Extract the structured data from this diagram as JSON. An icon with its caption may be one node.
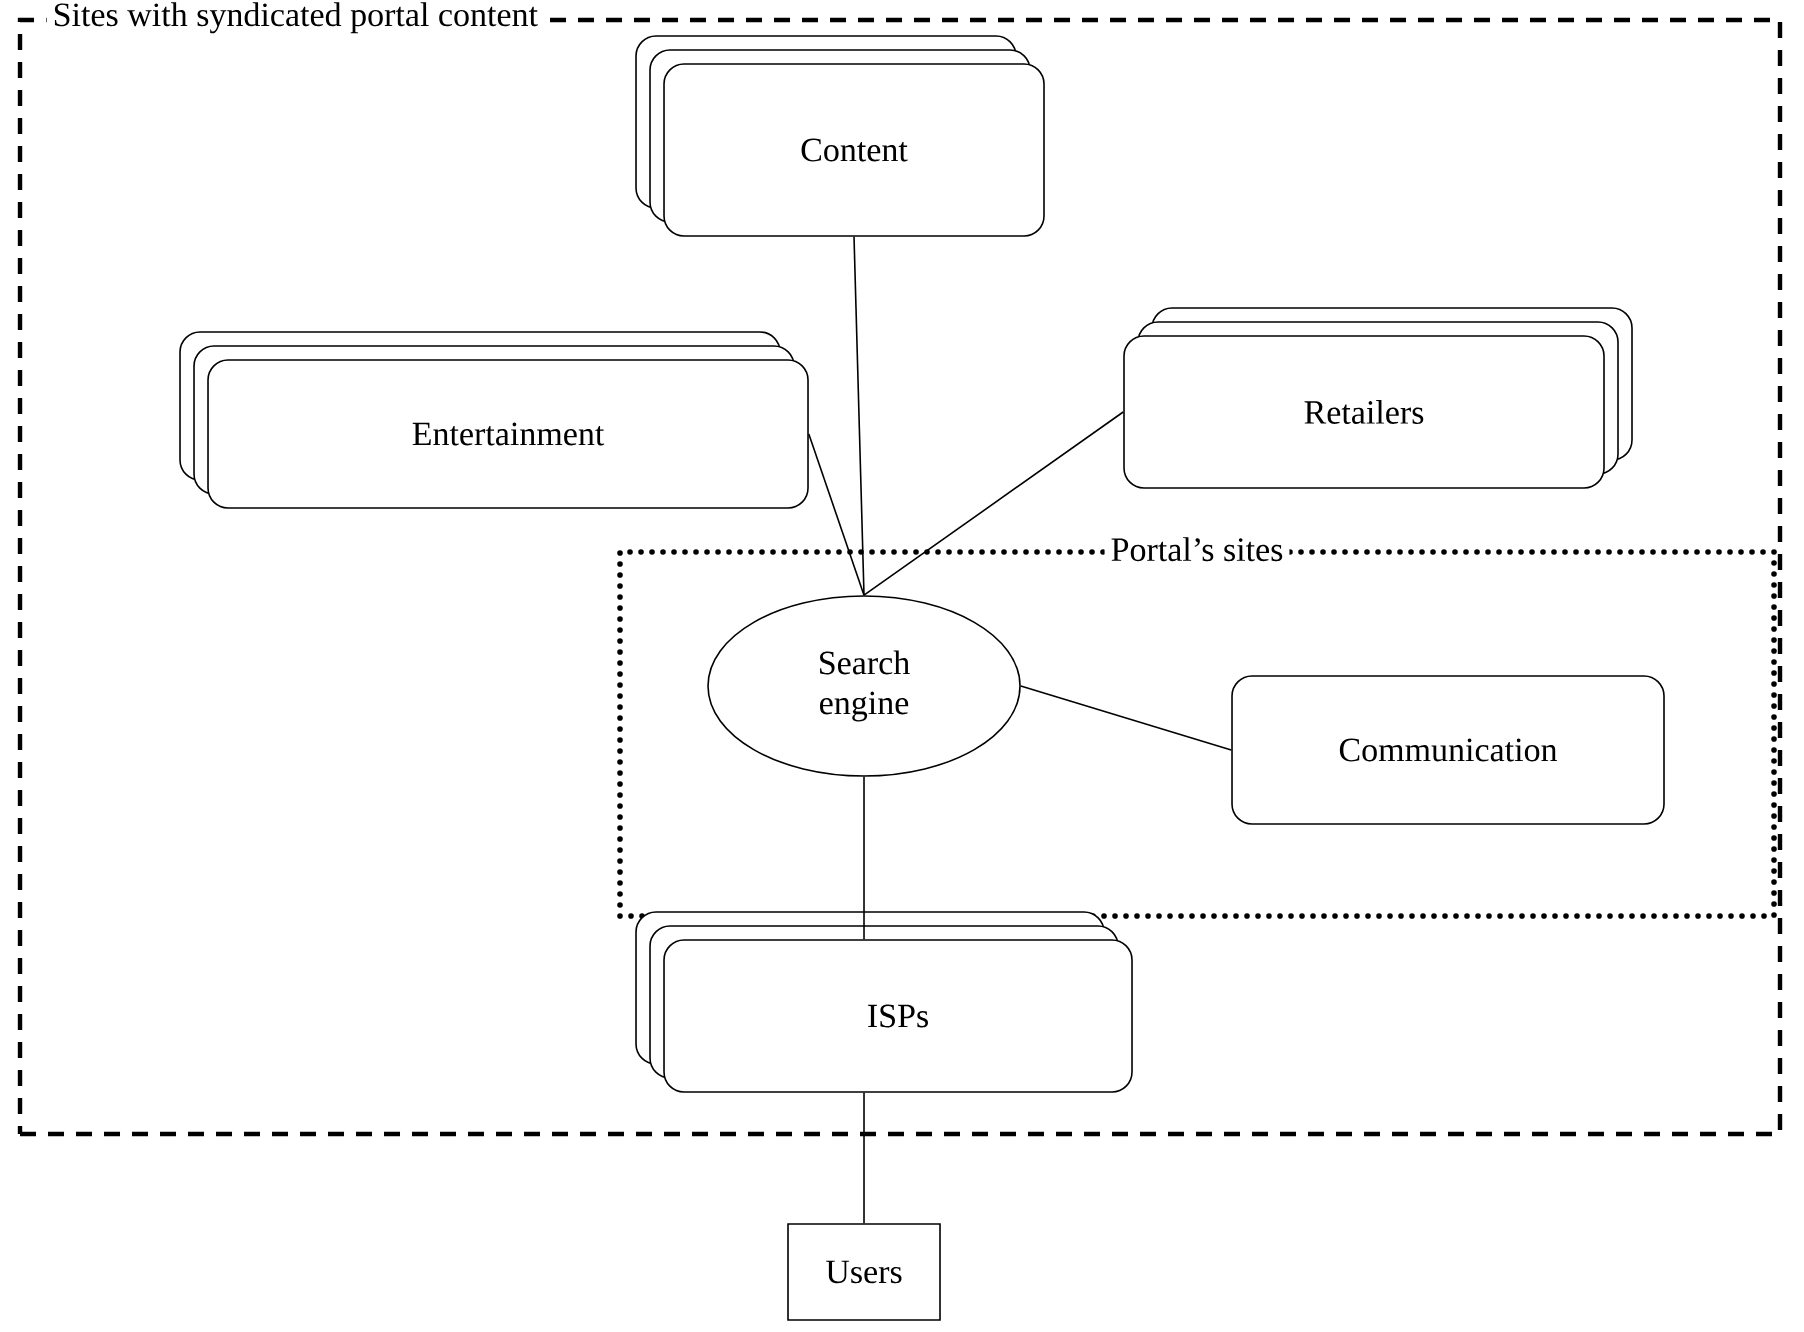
{
  "diagram": {
    "nodes": [
      {
        "text": [
          "Sites with syndicated portal content"
        ]
      },
      {
        "text": [
          "Content"
        ],
        "in": 0
      },
      {
        "text": [
          "Entertainment"
        ],
        "in": 0
      },
      {
        "text": [
          "Retailers"
        ],
        "in": 0
      },
      {
        "text": [
          "Portal’s sites"
        ],
        "in": 0
      },
      {
        "text": [
          "Search engine"
        ],
        "in": 4
      },
      {
        "text": [
          "Communication"
        ],
        "in": 4
      },
      {
        "text": [
          "ISPs"
        ],
        "in": 0
      },
      {
        "text": [
          "Users"
        ]
      }
    ],
    "edges": [
      {
        "from": 1,
        "to": 5,
        "arrow": "none"
      },
      {
        "from": 2,
        "to": 5,
        "arrow": "none"
      },
      {
        "from": 3,
        "to": 5,
        "arrow": "none"
      },
      {
        "from": 5,
        "to": 6,
        "arrow": "none"
      },
      {
        "from": 5,
        "to": 7,
        "arrow": "none"
      },
      {
        "from": 7,
        "to": 8,
        "arrow": "none"
      }
    ]
  }
}
